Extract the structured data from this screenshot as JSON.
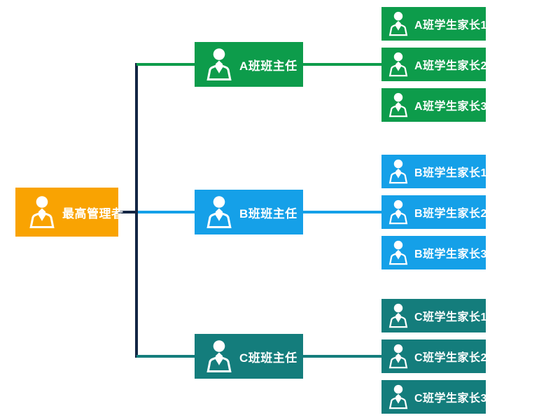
{
  "diagram": {
    "type": "org-chart-tree",
    "background": "#ffffff",
    "icon": "person-icon"
  },
  "connectors": {
    "trunk_color": "#132645"
  },
  "tree": {
    "root": {
      "label": "最高管理者",
      "color": "#F9A302"
    },
    "branches": [
      {
        "label": "A班班主任",
        "color": "#0D9C4B",
        "children": [
          {
            "label": "A班学生家长1"
          },
          {
            "label": "A班学生家长2"
          },
          {
            "label": "A班学生家长3"
          }
        ]
      },
      {
        "label": "B班班主任",
        "color": "#15A0E8",
        "children": [
          {
            "label": "B班学生家长1"
          },
          {
            "label": "B班学生家长2"
          },
          {
            "label": "B班学生家长3"
          }
        ]
      },
      {
        "label": "C班班主任",
        "color": "#147D7C",
        "children": [
          {
            "label": "C班学生家长1"
          },
          {
            "label": "C班学生家长2"
          },
          {
            "label": "C班学生家长3"
          }
        ]
      }
    ]
  }
}
